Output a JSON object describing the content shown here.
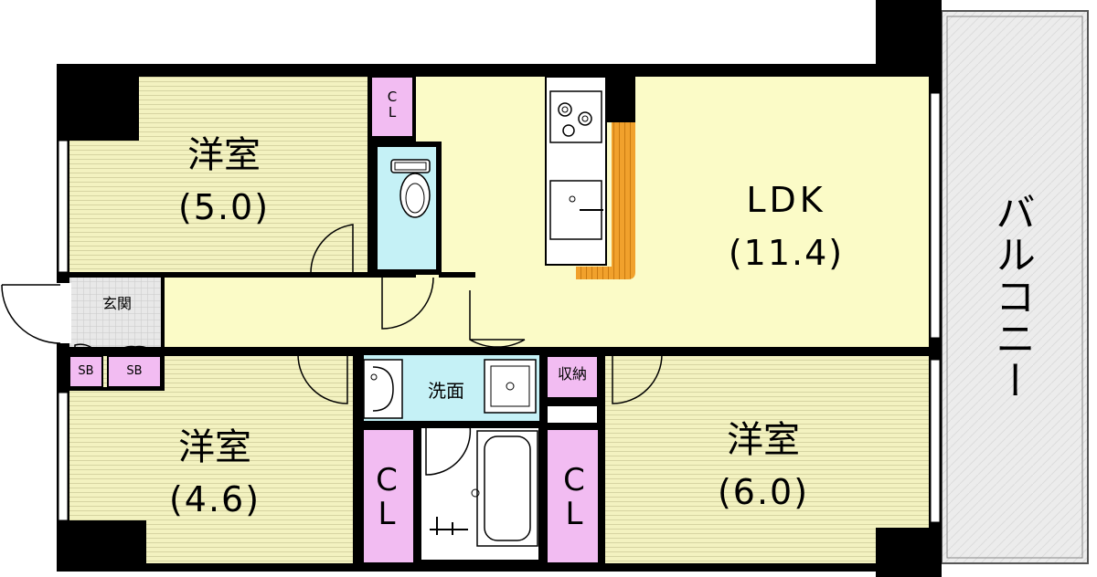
{
  "floorplan": {
    "western_room_1": {
      "name": "洋室",
      "size": "(5.0)"
    },
    "western_room_2": {
      "name": "洋室",
      "size": "(4.6)"
    },
    "western_room_3": {
      "name": "洋室",
      "size": "(6.0)"
    },
    "ldk": {
      "name": "LDK",
      "size": "(11.4)"
    },
    "balcony": "バルコニー",
    "entrance": "玄関",
    "washroom": "洗面",
    "storage": "収納",
    "shoe_box": "SB",
    "closet_top": "C\nL",
    "closet_left": "C\nL",
    "closet_right": "C\nL"
  },
  "colors": {
    "room_floor": "#f3f2c0",
    "ldk_floor": "#fbfbc7",
    "closet": "#f2bcf2",
    "water": "#c5f1f6",
    "wall": "#000000",
    "counter": "#f1a12c",
    "balcony": "#eeeeee"
  }
}
